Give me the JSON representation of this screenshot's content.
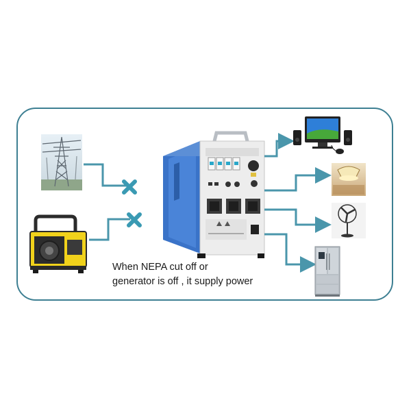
{
  "caption": {
    "line1": "When NEPA cut off or",
    "line2": "generator is off , it supply power"
  },
  "colors": {
    "frame": "#3d7f92",
    "connector": "#4a96ab",
    "blocked_marker": "#3a9ab3",
    "inverter_body": "#3a73c8",
    "inverter_panel": "#ededed"
  },
  "sources": [
    {
      "name": "power-grid-pylon",
      "status": "blocked"
    },
    {
      "name": "petrol-generator",
      "status": "blocked"
    }
  ],
  "loads": [
    {
      "name": "desktop-computer"
    },
    {
      "name": "ceiling-light"
    },
    {
      "name": "standing-fan"
    },
    {
      "name": "refrigerator"
    }
  ]
}
